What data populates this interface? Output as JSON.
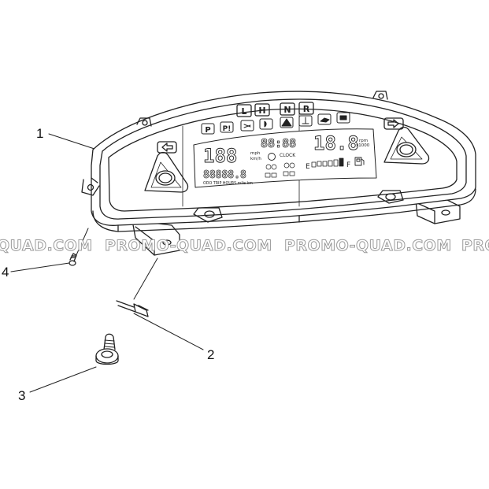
{
  "watermark": {
    "text": "PROMO-QUAD.COM",
    "left_fragment": "QUAD.COM",
    "right_fragment": "PRO"
  },
  "callouts": {
    "part1": "1",
    "part2": "2",
    "part3": "3",
    "part4": "4"
  },
  "dashboard": {
    "gear_letters": [
      "L",
      "H",
      "N",
      "R"
    ],
    "lcd": {
      "speed_digits": "188",
      "clock_digits": "88:88",
      "rpm_digits": "18.8",
      "speed_units": "mph",
      "speed_units2": "km/h",
      "clock_label": "CLOCK",
      "rpm_label": "rpm",
      "rpm_multiplier": "x1000",
      "odometer_digits": "88888.8",
      "odometer_modes": "ODO TRIP HOURS mile km",
      "fuel_empty": "E",
      "fuel_full": "F"
    },
    "indicator_icons": [
      "parking-icon",
      "park-brake-icon",
      "high-beam-icon",
      "low-beam-icon",
      "warning-triangle-icon",
      "coolant-temp-icon",
      "oil-pressure-icon",
      "battery-icon"
    ],
    "turn_icons": [
      "left-turn-arrow-icon",
      "right-turn-arrow-icon"
    ]
  }
}
